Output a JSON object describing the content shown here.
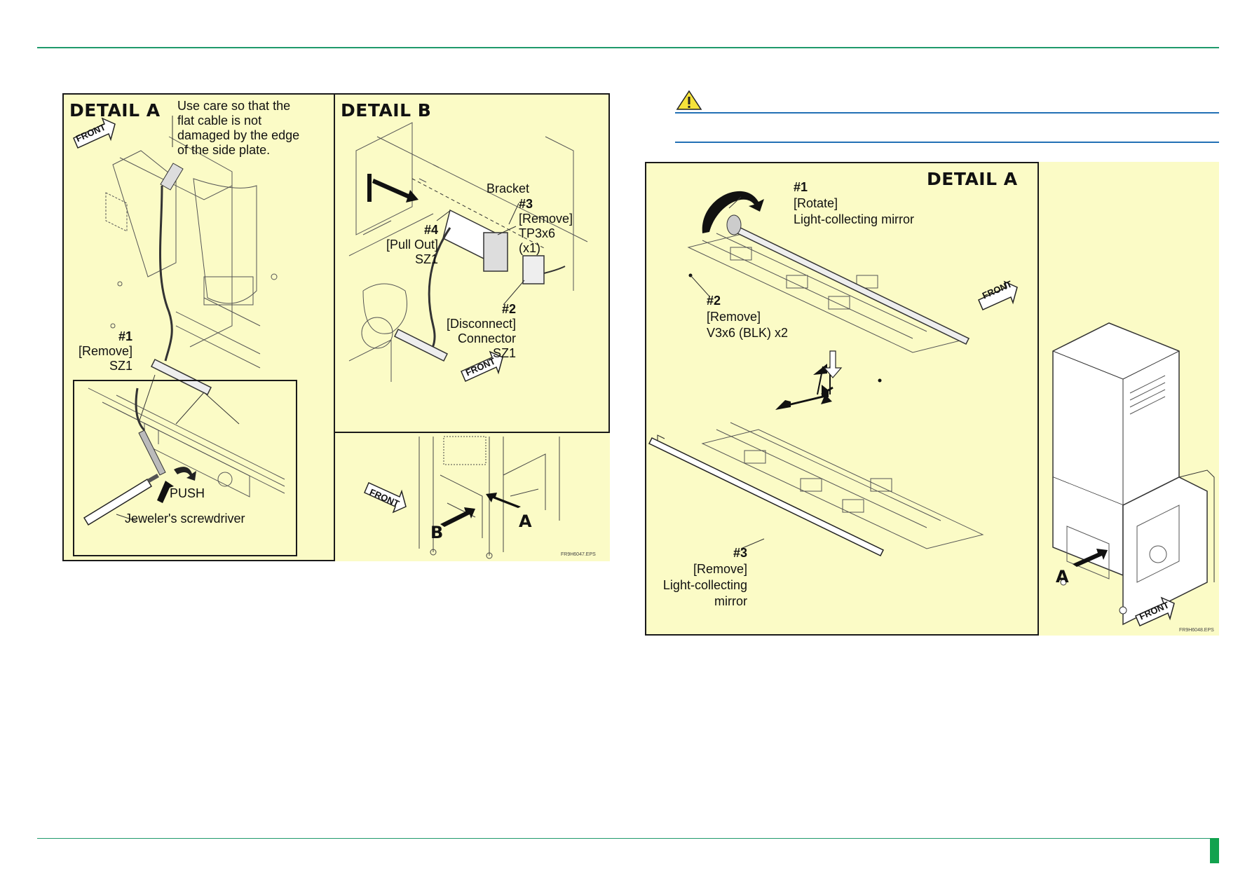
{
  "figure_left": {
    "detail_a": {
      "title": "DETAIL A",
      "front": "FRONT",
      "note": [
        "Use care so that the",
        "flat cable is not",
        "damaged by the edge",
        "of the side plate."
      ],
      "step1": {
        "num": "#1",
        "action": "[Remove]",
        "part": "SZ1"
      },
      "push": "PUSH",
      "tool": "Jeweler's screwdriver"
    },
    "detail_b": {
      "title": "DETAIL B",
      "front": "FRONT",
      "bracket": "Bracket",
      "step3": {
        "num": "#3",
        "action": "[Remove]",
        "part": "TP3x6",
        "qty": "(x1)"
      },
      "step4": {
        "num": "#4",
        "action": "[Pull Out]",
        "part": "SZ1"
      },
      "step2": {
        "num": "#2",
        "action": "[Disconnect]",
        "part": "Connector",
        "part2": "SZ1"
      }
    },
    "overview": {
      "front": "FRONT",
      "label_b": "B",
      "label_a": "A",
      "eps": "FR9H6047.EPS"
    }
  },
  "caution": {
    "icon": "warning-triangle-icon",
    "color": "#2270b5"
  },
  "figure_right": {
    "detail_a": {
      "title": "DETAIL A",
      "front": "FRONT",
      "step1": {
        "num": "#1",
        "action": "[Rotate]",
        "part": "Light-collecting mirror"
      },
      "step2": {
        "num": "#2",
        "action": "[Remove]",
        "part": "V3x6 (BLK) x2"
      },
      "step3": {
        "num": "#3",
        "action": "[Remove]",
        "part": "Light-collecting",
        "part2": "mirror"
      }
    },
    "overview": {
      "front": "FRONT",
      "label_a": "A",
      "eps": "FR9H6048.EPS"
    }
  },
  "colors": {
    "accent_green": "#1f9a6b",
    "panel_fill": "#fbfbc6",
    "tab_green": "#12a24e"
  }
}
